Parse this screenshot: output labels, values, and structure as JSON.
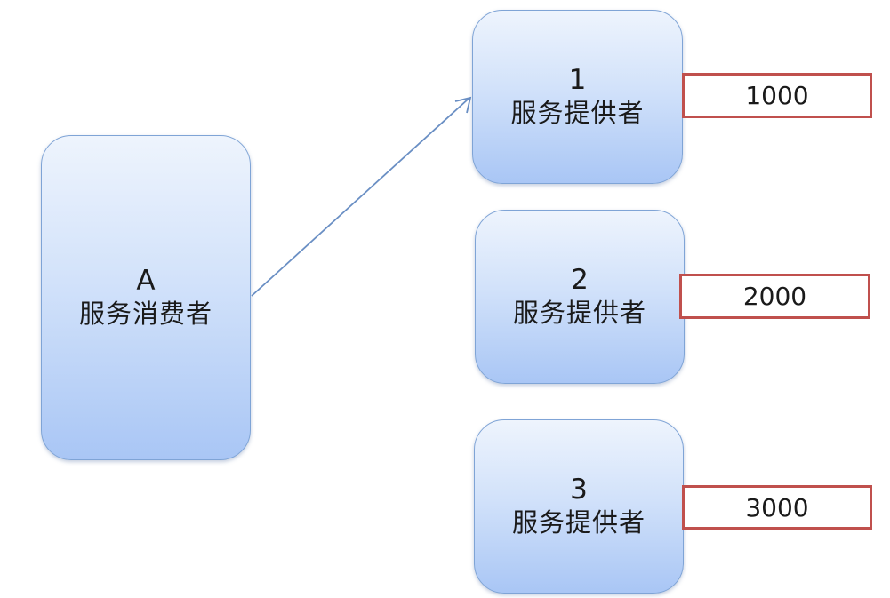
{
  "consumer": {
    "id": "A",
    "label": "服务消费者"
  },
  "providers": [
    {
      "id": "1",
      "label": "服务提供者",
      "weight": "1000"
    },
    {
      "id": "2",
      "label": "服务提供者",
      "weight": "2000"
    },
    {
      "id": "3",
      "label": "服务提供者",
      "weight": "3000"
    }
  ],
  "colors": {
    "node_border": "#7fa4d6",
    "node_fill_top": "#eef4fd",
    "node_fill_bottom": "#a9c6f5",
    "weight_border": "#c0504d",
    "arrow": "#6a8fc4"
  }
}
